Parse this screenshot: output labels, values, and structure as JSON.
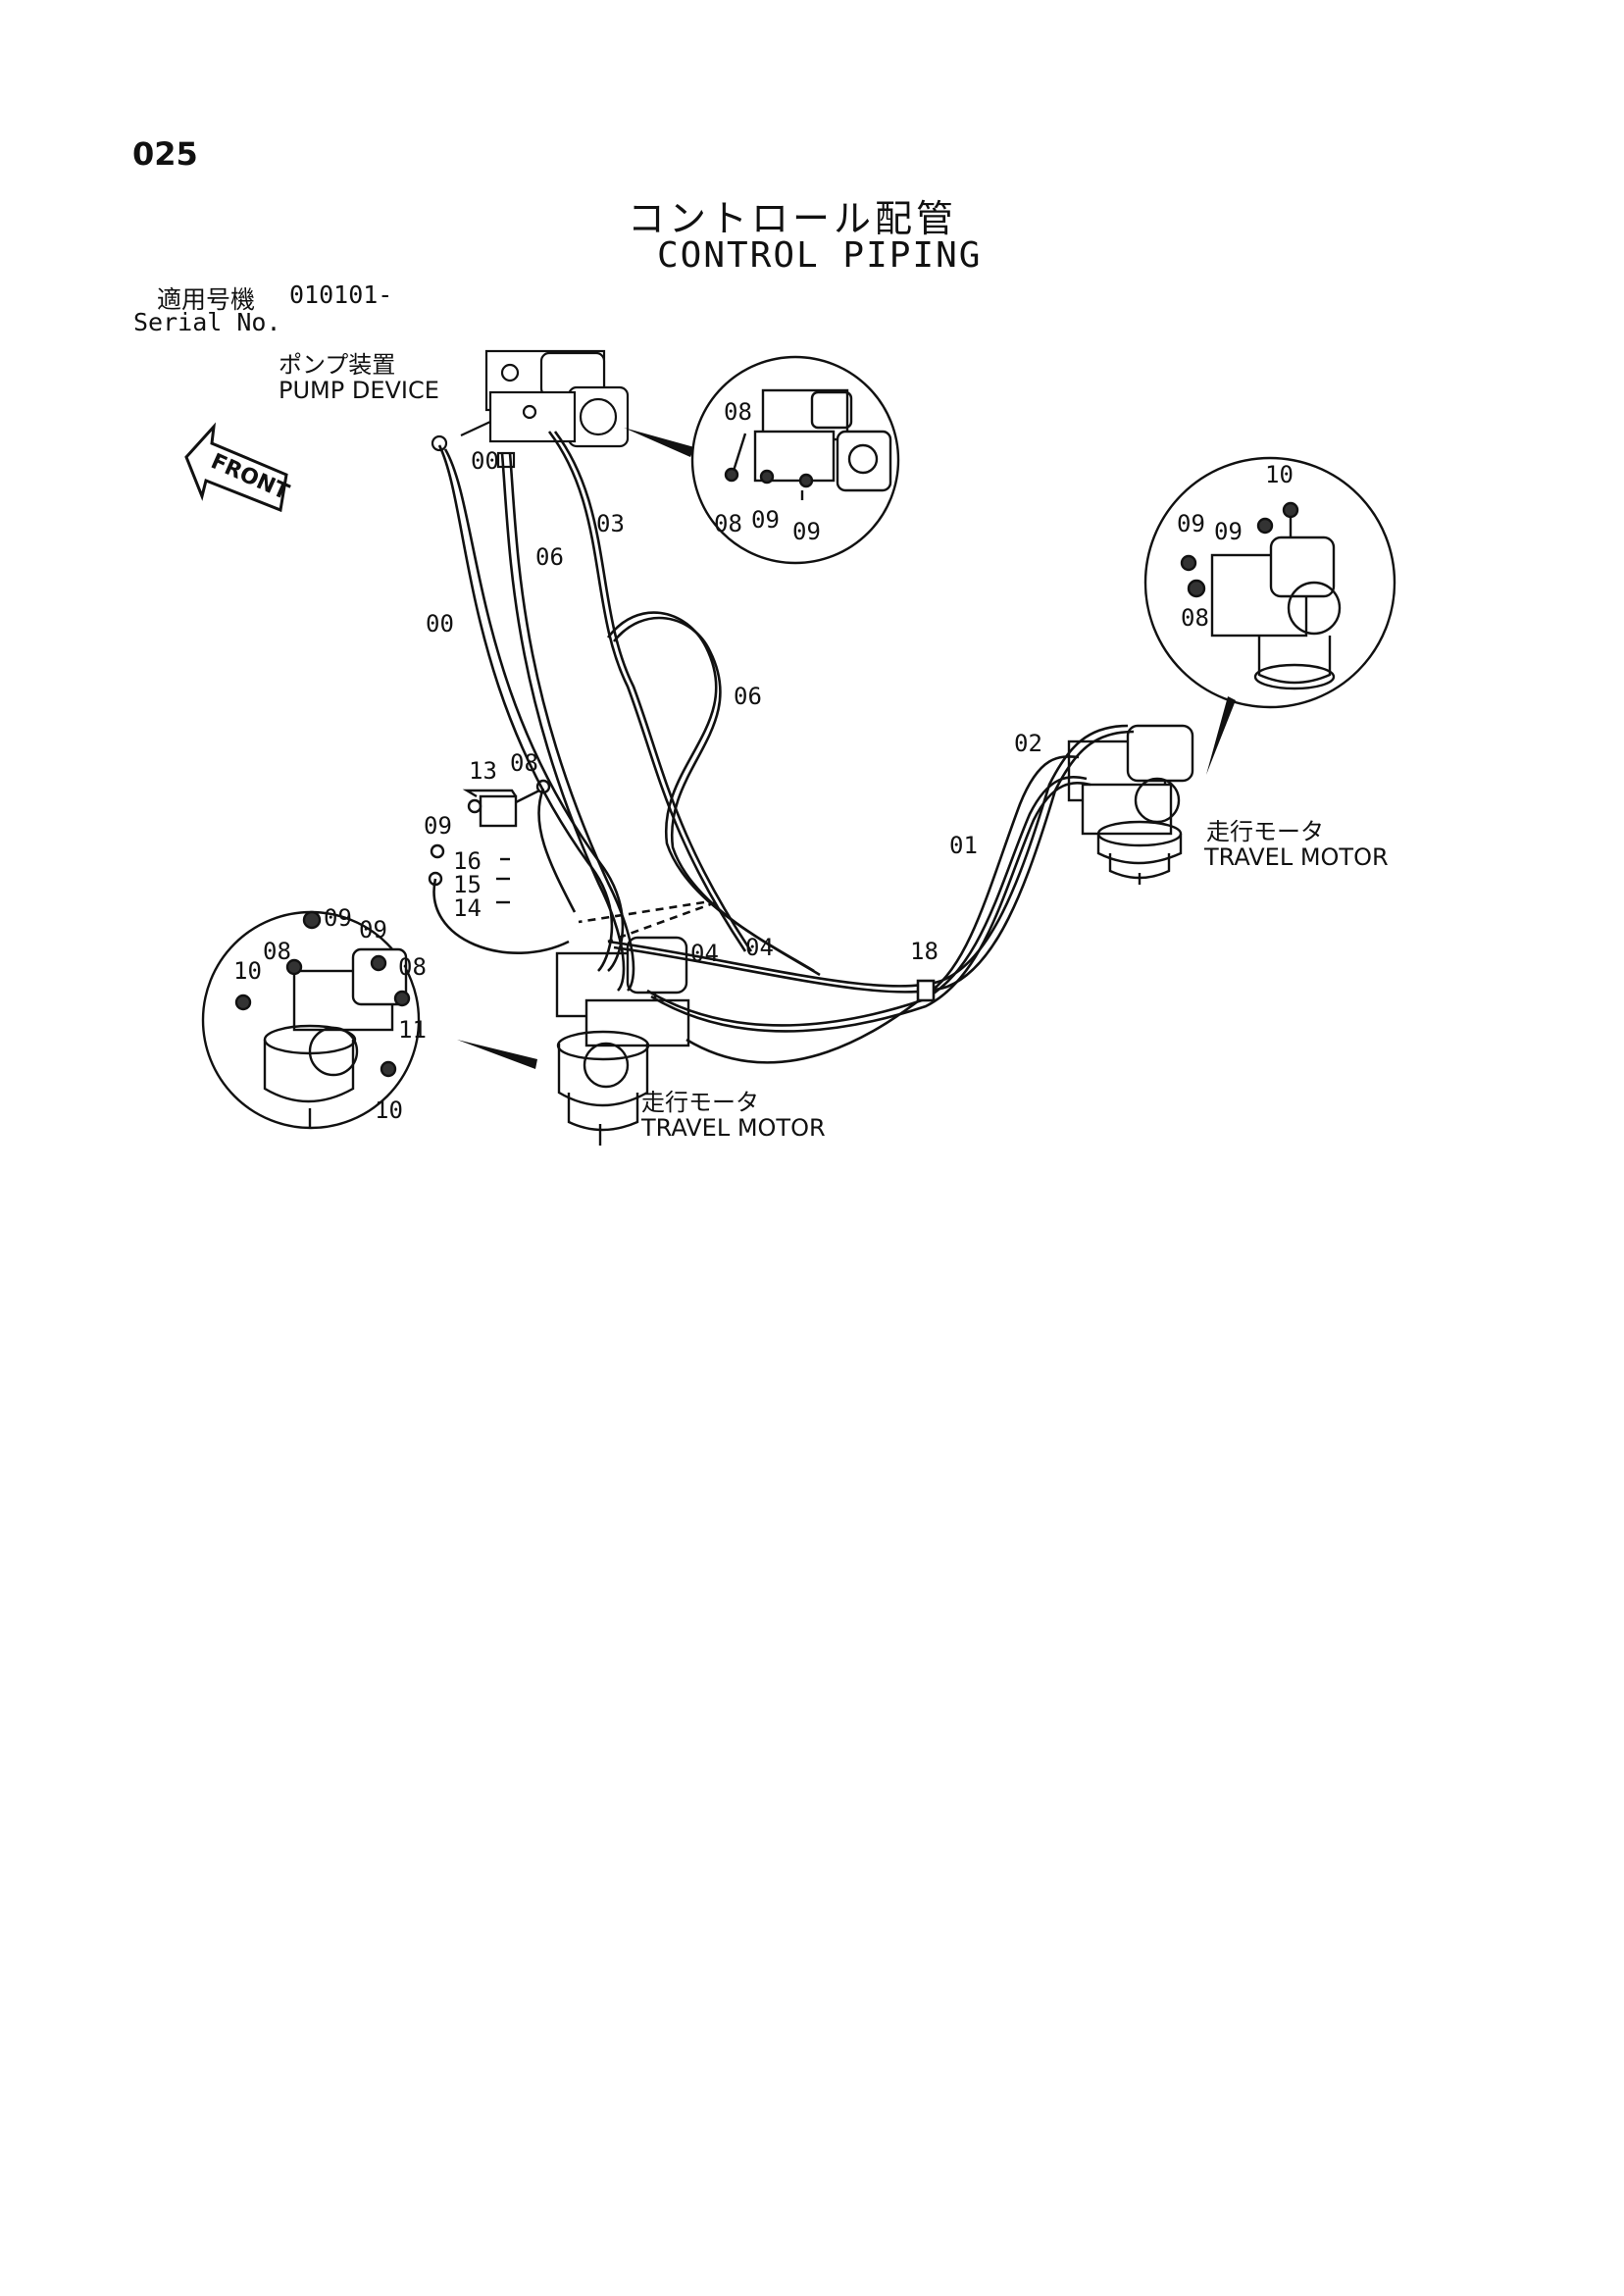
{
  "header": {
    "page_number": "025",
    "title_ja": "コントロール配管",
    "title_en": "CONTROL PIPING"
  },
  "serial": {
    "label_ja": "適用号機",
    "value": "010101-",
    "label_en": "Serial No."
  },
  "front_label": "FRONT",
  "components": {
    "pump_ja": "ポンプ装置",
    "pump_en": "PUMP DEVICE",
    "travel_motor_right_ja": "走行モータ",
    "travel_motor_right_en": "TRAVEL MOTOR",
    "travel_motor_left_ja": "走行モータ",
    "travel_motor_left_en": "TRAVEL MOTOR"
  },
  "part_numbers": {
    "p00_top": "00",
    "p00_side": "00",
    "p06_upper": "06",
    "p06_right": "06",
    "p03": "03",
    "p13": "13",
    "p08_valve": "08",
    "p09_valve": "09",
    "p16": "16",
    "p15": "15",
    "p14": "14",
    "p04_a": "04",
    "p04_b": "04",
    "p18": "18",
    "p01": "01",
    "p02": "02",
    "pump_detail_08_top": "08",
    "pump_detail_08_bottom": "08",
    "pump_detail_09_a": "09",
    "pump_detail_09_b": "09",
    "rm_detail_10": "10",
    "rm_detail_09_a": "09",
    "rm_detail_09_b": "09",
    "rm_detail_08": "08",
    "lm_detail_09_a": "09",
    "lm_detail_09_b": "09",
    "lm_detail_08_a": "08",
    "lm_detail_08_b": "08",
    "lm_detail_10_a": "10",
    "lm_detail_10_b": "10",
    "lm_detail_11": "11"
  }
}
